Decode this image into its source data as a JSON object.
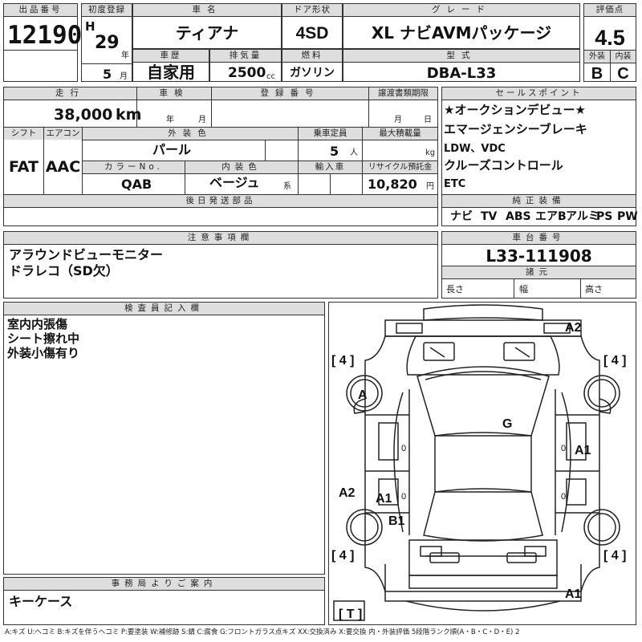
{
  "header": {
    "lot_number_label": "出品番号",
    "lot_number": "12190",
    "first_reg_label": "初度登録",
    "era_letter": "H",
    "year": "29",
    "year_unit": "年",
    "month": "5",
    "month_unit": "月",
    "car_name_label": "車名",
    "car_name": "ティアナ",
    "door_label": "ドア形状",
    "door": "4SD",
    "grade_label": "グレード",
    "grade": "XL ナビAVMパッケージ",
    "score_label": "評価点",
    "score": "4.5",
    "history_label": "車歴",
    "history": "自家用",
    "displacement_label": "排気量",
    "displacement": "2500",
    "displacement_unit": "cc",
    "fuel_label": "燃料",
    "fuel": "ガソリン",
    "model_label": "型式",
    "model": "DBA-L33",
    "exterior_label": "外装",
    "exterior_grade": "B",
    "interior_label": "内装",
    "interior_grade": "C"
  },
  "row2": {
    "mileage_label": "走行",
    "mileage": "38,000",
    "mileage_unit": "km",
    "inspection_label": "車検",
    "inspection_year_unit": "年",
    "inspection_month_unit": "月",
    "reg_number_label": "登録番号",
    "transfer_label": "譲渡書類期限",
    "transfer_month_unit": "月",
    "transfer_day_unit": "日",
    "shift_label": "シフト",
    "shift": "FAT",
    "ac_label": "エアコン",
    "ac": "AAC",
    "ext_color_label": "外装色",
    "ext_color": "パール",
    "capacity_label": "乗車定員",
    "capacity": "5",
    "capacity_unit": "人",
    "max_load_label": "最大積載量",
    "max_load_unit": "kg",
    "color_no_label": "カラーNo.",
    "color_no": "QAB",
    "int_color_label": "内装色",
    "int_color": "ベージュ",
    "int_color_unit": "系",
    "import_label": "輸入車",
    "recycle_label": "リサイクル預託金",
    "recycle": "10,820",
    "recycle_unit": "円",
    "later_parts_label": "後日発送部品"
  },
  "sales_points": {
    "label": "セールスポイント",
    "items": [
      "★オークションデビュー★",
      "エマージェンシーブレーキ",
      "LDW、VDC",
      "クルーズコントロール",
      "ETC"
    ]
  },
  "equipment": {
    "label": "純正装備",
    "items": [
      "ナビ",
      "TV",
      "ABS",
      "エアB",
      "アルミ",
      "PS",
      "PW"
    ]
  },
  "notes": {
    "label": "注意事項欄",
    "lines": [
      "アラウンドビューモニター",
      "ドラレコ（SD欠）"
    ]
  },
  "chassis": {
    "label": "車台番号",
    "number": "L33-111908",
    "spec_label": "諸元",
    "length_label": "長さ",
    "width_label": "幅",
    "height_label": "高さ"
  },
  "inspector": {
    "label": "検査員記入欄",
    "lines": [
      "室内内張傷",
      "シート擦れ中",
      "外装小傷有り"
    ]
  },
  "office": {
    "label": "事務局よりご案内",
    "text": "キーケース"
  },
  "diagram": {
    "tire_marks": [
      "[ 4 ]",
      "[ 4 ]",
      "[ 4 ]",
      "[ 4 ]",
      "[ T ]"
    ],
    "damage_marks": [
      "A2",
      "A",
      "G",
      "A1",
      "A2",
      "A1",
      "B1",
      "A1"
    ],
    "zero_marks": [
      "0",
      "0",
      "0",
      "0"
    ]
  },
  "legend": "A:キズ U:ヘコミ B:キズを伴うヘコミ P:要塗装 W:補修跡 S:錆 C:腐食 G:フロントガラス点キズ XX:交換済み X:要交換 内・外装評価 5段階ランク順(A・B・C・D・E) 2"
}
